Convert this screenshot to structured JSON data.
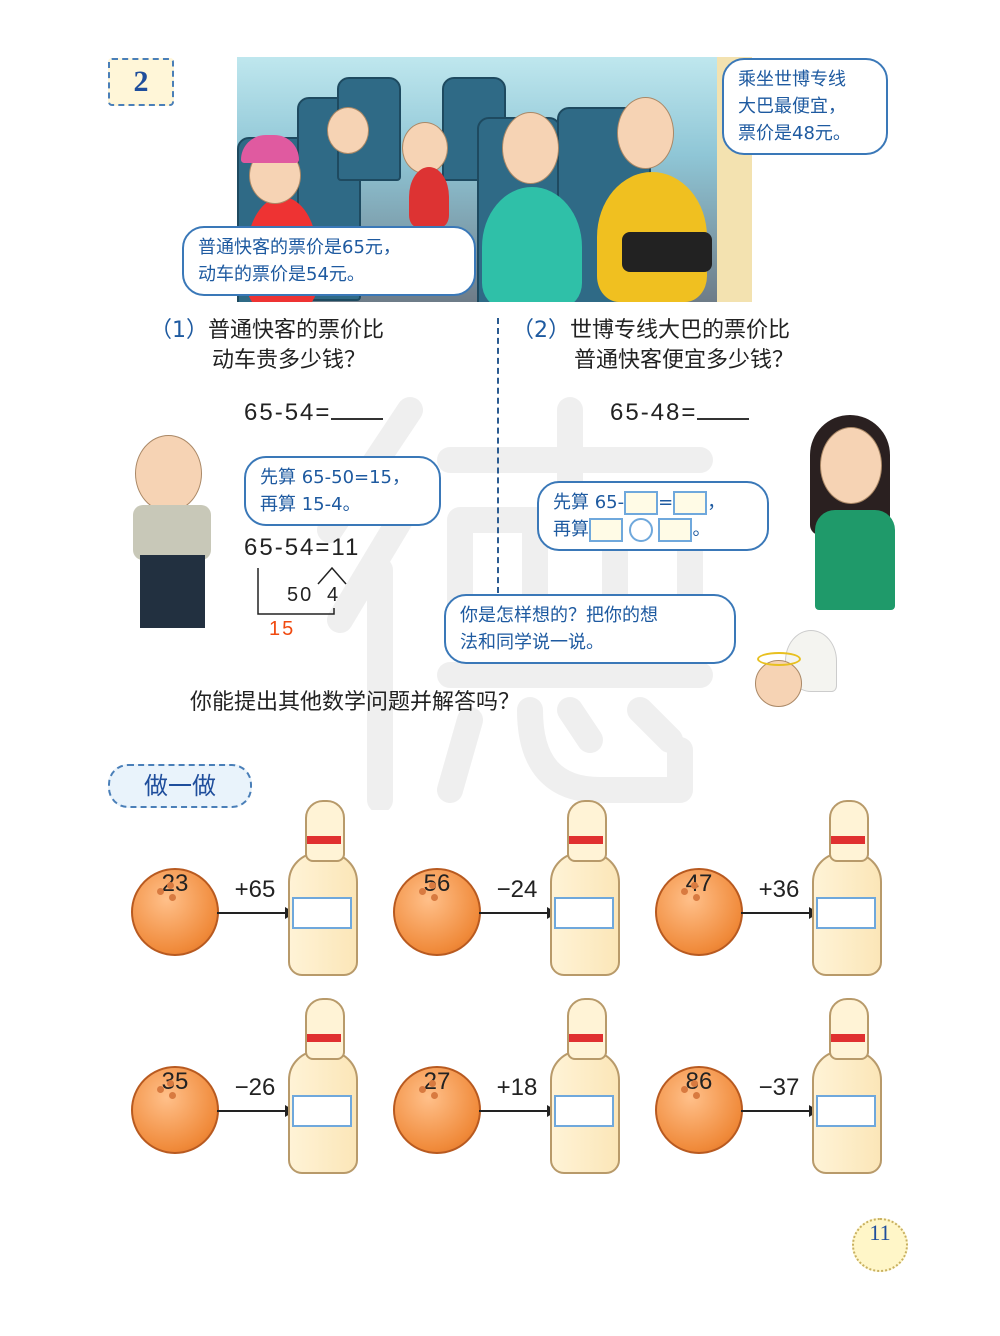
{
  "example_number": "2",
  "watermark": "德",
  "scene": {
    "bubble_right": [
      "乘坐世博专线",
      "大巴最便宜，",
      "票价是48元。"
    ],
    "bubble_left": [
      "普通快客的票价是65元，",
      "动车的票价是54元。"
    ]
  },
  "question1": {
    "number": "（1）",
    "text": [
      "普通快客的票价比",
      "动车贵多少钱？"
    ],
    "equation": "65-54=",
    "hint": [
      "先算 65-50=15，",
      "再算 15-4。"
    ],
    "worked": "65-54=11",
    "split_a": "50",
    "split_b": "4",
    "partial": "15"
  },
  "question2": {
    "number": "（2）",
    "text": [
      "世博专线大巴的票价比",
      "普通快客便宜多少钱？"
    ],
    "equation": "65-48=",
    "hint_line1_prefix": "先算 65-",
    "hint_line1_eq": "=",
    "hint_line1_end": "，",
    "hint_line2_prefix": "再算",
    "hint_line2_end": "。"
  },
  "angel_bubble": [
    "你是怎样想的？把你的想",
    "法和同学说一说。"
  ],
  "extra_question": "你能提出其他数学问题并解答吗？",
  "practice": {
    "title": "做一做",
    "items": [
      {
        "start": "23",
        "op": "+65"
      },
      {
        "start": "56",
        "op": "−24"
      },
      {
        "start": "47",
        "op": "+36"
      },
      {
        "start": "35",
        "op": "−26"
      },
      {
        "start": "27",
        "op": "+18"
      },
      {
        "start": "86",
        "op": "−37"
      }
    ]
  },
  "page_number": "11"
}
